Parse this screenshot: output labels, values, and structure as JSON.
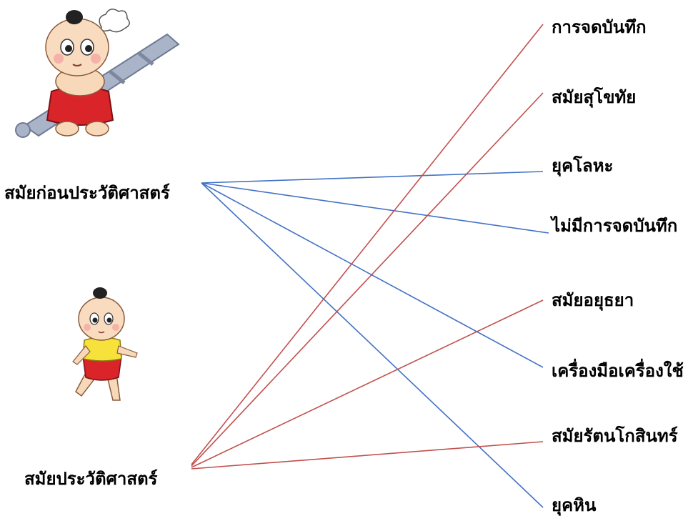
{
  "left_items": [
    "สมัยก่อนประวัติศาสตร์",
    "สมัยประวัติศาสตร์"
  ],
  "right_items": [
    "การจดบันทึก",
    "สมัยสุโขทัย",
    "ยุคโลหะ",
    "ไม่มีการจดบันทึก",
    "สมัยอยุธยา",
    "เครื่องมือเครื่องใช้",
    "สมัยรัตนโกสินทร์",
    "ยุคหิน"
  ],
  "connections": [
    {
      "from": 0,
      "to": 2,
      "color": "#4472c4"
    },
    {
      "from": 0,
      "to": 3,
      "color": "#4472c4"
    },
    {
      "from": 0,
      "to": 5,
      "color": "#4472c4"
    },
    {
      "from": 0,
      "to": 7,
      "color": "#4472c4"
    },
    {
      "from": 1,
      "to": 0,
      "color": "#c0504d"
    },
    {
      "from": 1,
      "to": 1,
      "color": "#c0504d"
    },
    {
      "from": 1,
      "to": 4,
      "color": "#c0504d"
    },
    {
      "from": 1,
      "to": 6,
      "color": "#c0504d"
    }
  ],
  "colors": {
    "prehistoric_link": "#4472c4",
    "historic_link": "#c0504d",
    "text": "#000000"
  },
  "illustrations": [
    {
      "icon": "cartoon-boy-holding-club"
    },
    {
      "icon": "cartoon-boy-running"
    }
  ]
}
